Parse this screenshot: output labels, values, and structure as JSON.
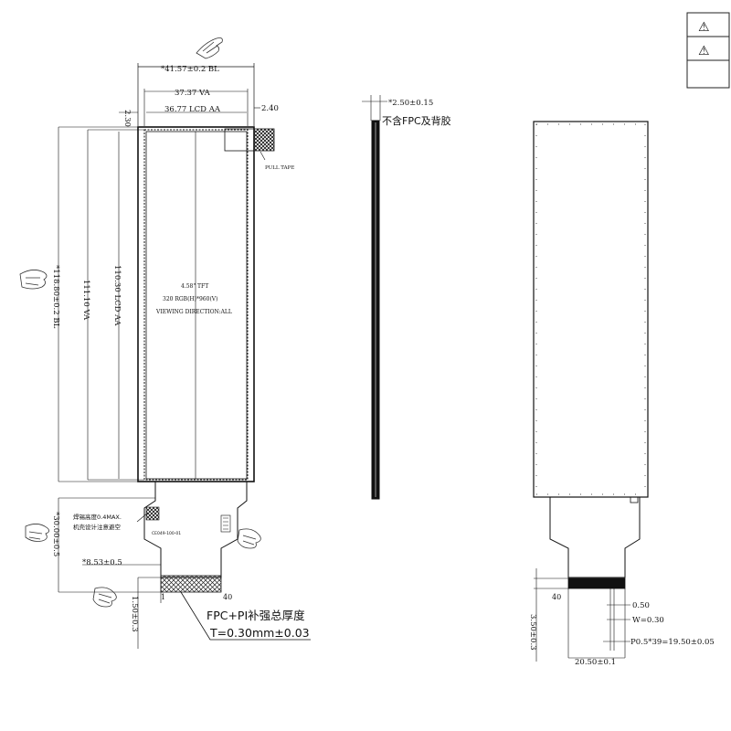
{
  "title_block": {
    "rev_mark_1": "⚠",
    "rev_mark_2": "⚠"
  },
  "front_view": {
    "bl_width": "*41.57±0.2 BL",
    "va_width": "37.37 VA",
    "aa_width": "36.77 LCD AA",
    "left_offset": "2.30",
    "right_offset": "2.40",
    "bl_height": "*118.80±0.2 BL",
    "va_height": "111.10 VA",
    "aa_height": "110.30 LCD AA",
    "pull_tape": "PULL TAPE",
    "spec_size": "4.58\" TFT",
    "spec_resolution": "320 RGB(H)*960(V)",
    "spec_viewing": "VIEWING DIRECTION:ALL",
    "fpc_note_1": "焊锡高度0.4MAX.",
    "fpc_note_2": "机壳设计注意避空",
    "fpc_label": "CE049-100-01",
    "fpc_length": "*30.00±0.5",
    "fpc_offset": "*8.53±0.5",
    "finger_length": "1.50±0.3",
    "pin_first": "1",
    "pin_last": "40",
    "thickness_title": "FPC+PI补强总厚度",
    "thickness_value": "T=0.30mm±0.03"
  },
  "side_view": {
    "thickness": "*2.50±0.15",
    "note": "不含FPC及背胶"
  },
  "back_view": {
    "pin_count": "40",
    "finger_length": "3.50±0.3",
    "gap": "0.50",
    "width": "W=0.30",
    "pitch": "P0.5*39=19.50±0.05",
    "total_width": "20.50±0.1"
  }
}
